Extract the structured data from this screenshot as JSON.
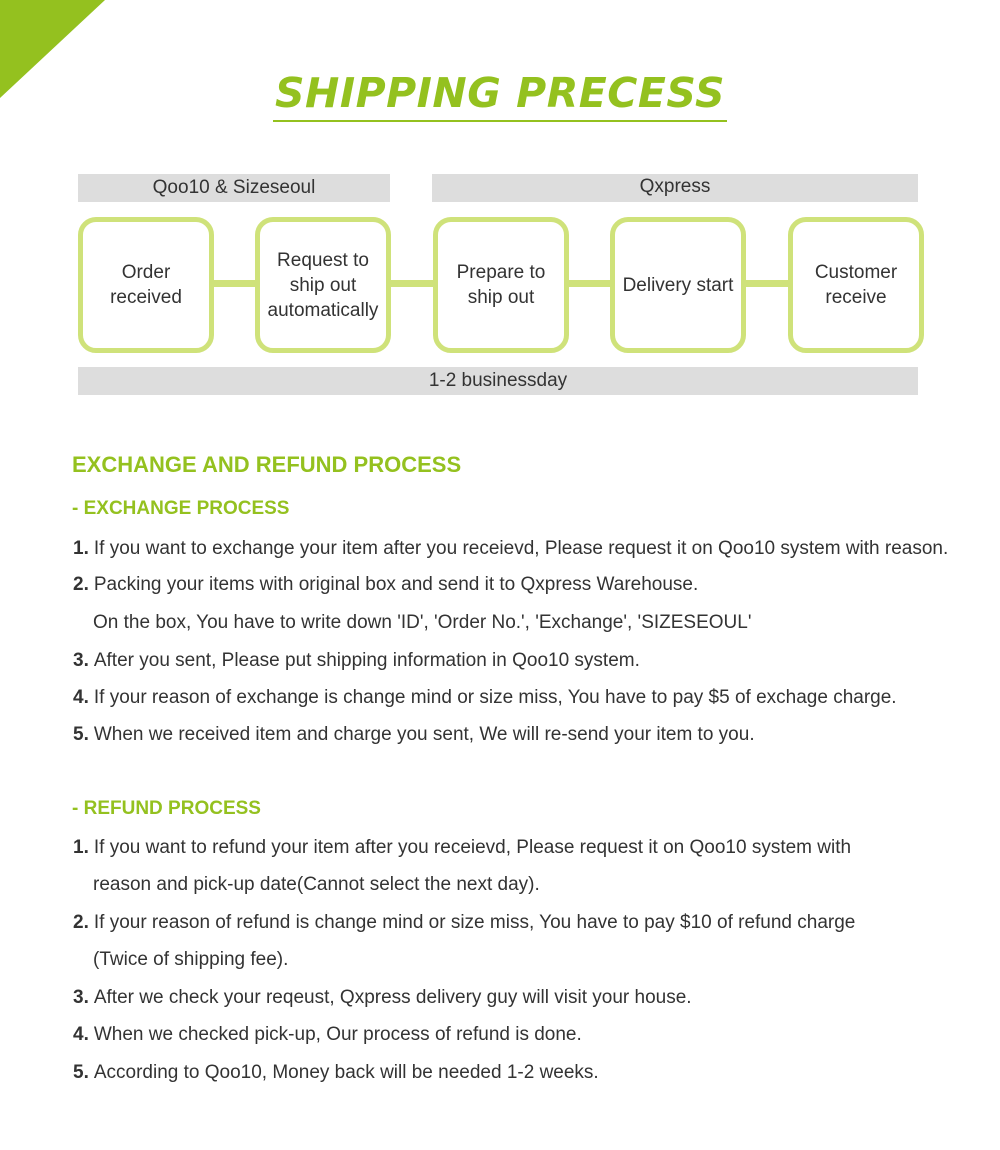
{
  "title": "SHIPPING PRECESS",
  "flow": {
    "bars": {
      "left": "Qoo10 & Sizeseoul",
      "right": "Qxpress",
      "bottom": "1-2 businessday"
    },
    "steps": [
      "Order received",
      "Request to ship out automatically",
      "Prepare to ship out",
      "Delivery start",
      "Customer receive"
    ]
  },
  "exchange_refund": {
    "heading": "EXCHANGE AND REFUND PROCESS",
    "exchange": {
      "heading": "- EXCHANGE PROCESS",
      "items": [
        {
          "num": "1.",
          "text": "If you want to exchange your item after you receievd, Please request it on Qoo10 system with reason."
        },
        {
          "num": "2.",
          "text": "Packing your items with original box and send it to Qxpress Warehouse.",
          "cont": "On the box, You have to write down 'ID', 'Order No.', 'Exchange', 'SIZESEOUL'"
        },
        {
          "num": "3.",
          "text": "After you sent, Please put shipping information in Qoo10 system."
        },
        {
          "num": "4.",
          "text": "If your reason of exchange is change mind or size miss, You have to pay $5 of exchage charge."
        },
        {
          "num": "5.",
          "text": "When we received item and charge you sent, We will re-send your item to you."
        }
      ]
    },
    "refund": {
      "heading": "- REFUND PROCESS",
      "items": [
        {
          "num": "1.",
          "text": "If you want to refund your item after you receievd, Please request it on Qoo10 system with",
          "cont": "reason and pick-up date(Cannot select the next day)."
        },
        {
          "num": "2.",
          "text": "If your reason of refund is change mind or size miss, You have to pay $10 of refund charge",
          "cont": "(Twice of shipping fee)."
        },
        {
          "num": "3.",
          "text": "After we check your reqeust, Qxpress delivery guy will visit your house."
        },
        {
          "num": "4.",
          "text": "When we checked pick-up, Our process of refund is done."
        },
        {
          "num": "5.",
          "text": "According to Qoo10, Money back will be needed 1-2 weeks."
        }
      ]
    }
  },
  "colors": {
    "accent": "#94c11f",
    "box_border": "#cfe27a",
    "bar_bg": "#dddddd",
    "text": "#333333"
  }
}
